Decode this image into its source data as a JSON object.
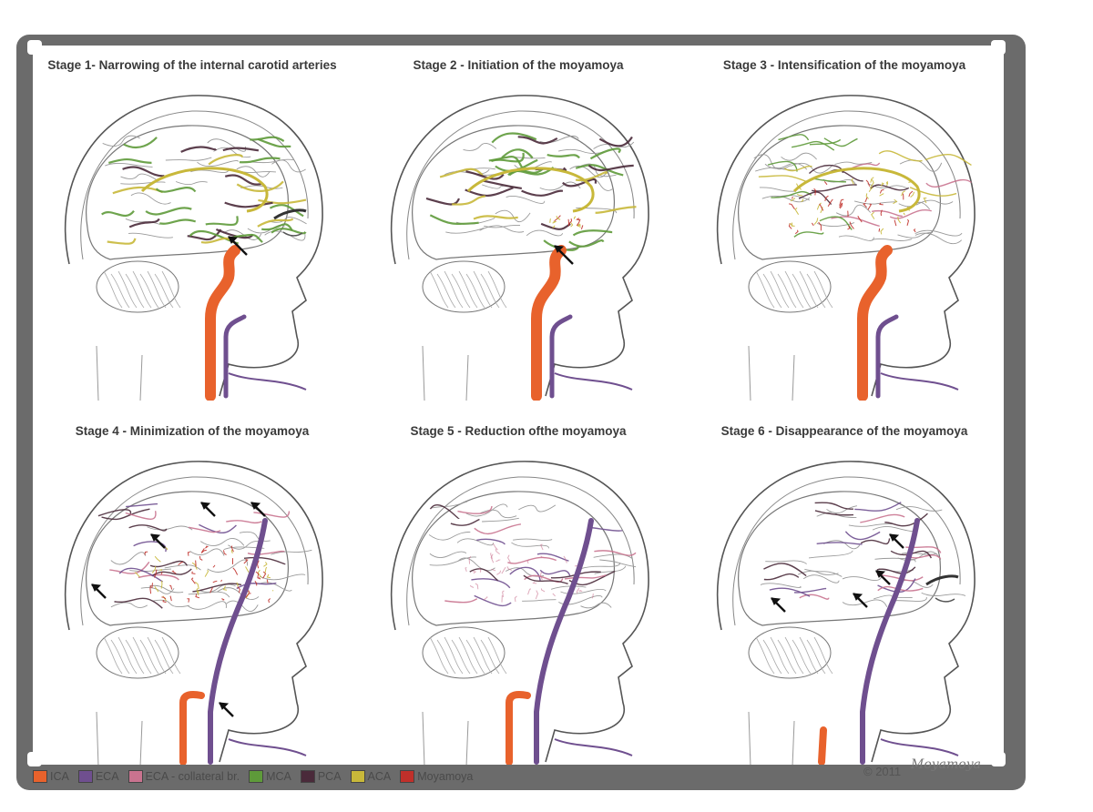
{
  "panels": [
    {
      "title": "Stage 1- Narrowing of the internal carotid arteries",
      "stage": 1
    },
    {
      "title": "Stage 2 - Initiation of the moyamoya",
      "stage": 2
    },
    {
      "title": "Stage 3 - Intensification of the moyamoya",
      "stage": 3
    },
    {
      "title": "Stage 4 - Minimization of the moyamoya",
      "stage": 4
    },
    {
      "title": "Stage 5 - Reduction ofthe moyamoya",
      "stage": 5
    },
    {
      "title": "Stage 6 - Disappearance of the moyamoya",
      "stage": 6
    }
  ],
  "legend": [
    {
      "label": "ICA",
      "color": "#e8622c"
    },
    {
      "label": "ECA",
      "color": "#6f4f8f"
    },
    {
      "label": "ECA - collateral br.",
      "color": "#c9738f"
    },
    {
      "label": "MCA",
      "color": "#5e9a3a"
    },
    {
      "label": "PCA",
      "color": "#4a2a3a"
    },
    {
      "label": "ACA",
      "color": "#c8b83a"
    },
    {
      "label": "Moyamoya",
      "color": "#c0302a"
    }
  ],
  "copyright": "© 2011",
  "signature": "Moyamoya",
  "colors": {
    "ica": "#e8622c",
    "eca": "#6f4f8f",
    "collateral": "#c9738f",
    "mca": "#5e9a3a",
    "pca": "#4a2a3a",
    "aca": "#c8b83a",
    "moyamoya": "#c0302a",
    "outline": "#555555"
  }
}
